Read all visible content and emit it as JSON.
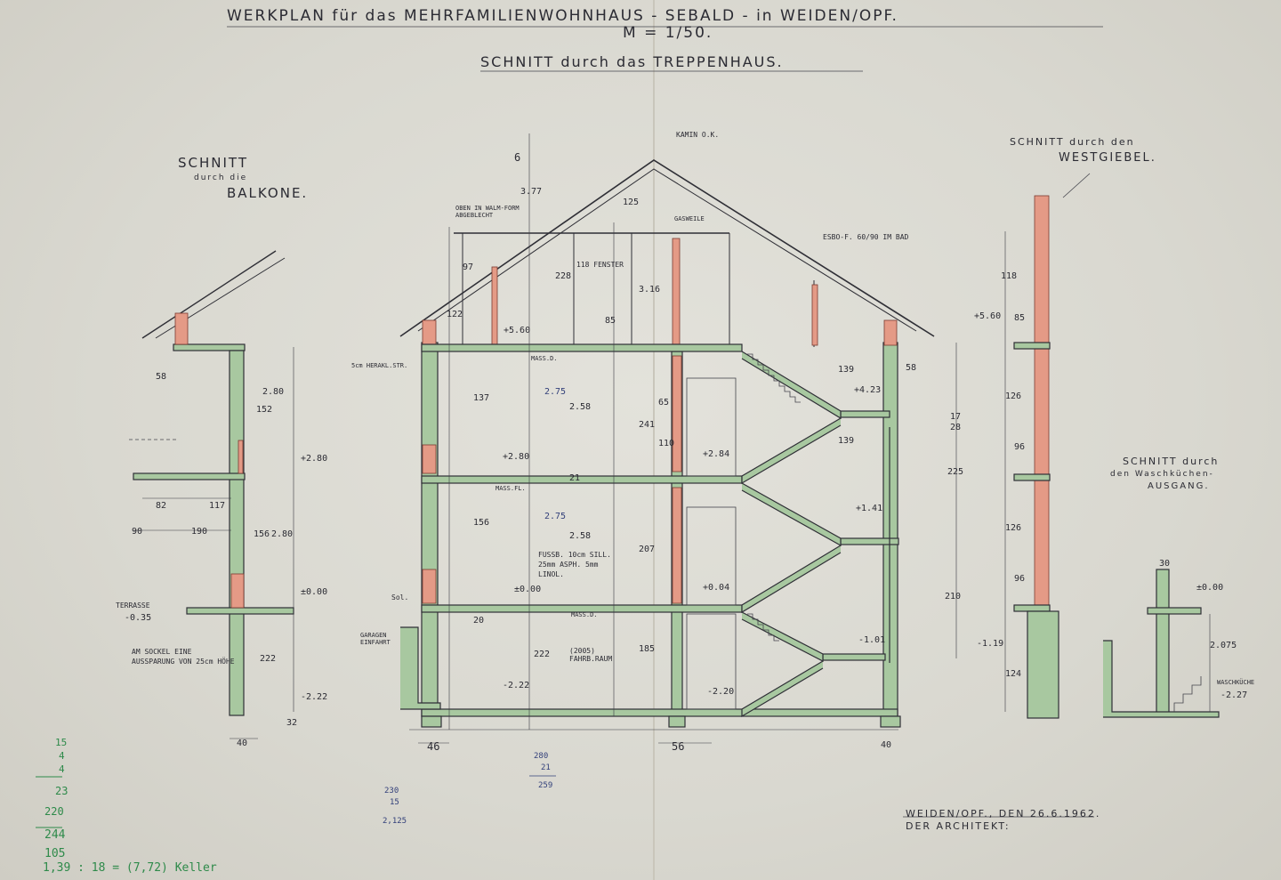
{
  "header": {
    "title": "WERKPLAN für das MEHRFAMILIENWOHNHAUS - SEBALD - in WEIDEN/OPF.",
    "scale": "M = 1/50.",
    "subtitle": "SCHNITT durch das TREPPENHAUS."
  },
  "sections": {
    "balcony": {
      "title_line1": "SCHNITT",
      "title_line2": "durch die",
      "title_line3": "BALKONE."
    },
    "west_gable": {
      "title_line1": "SCHNITT durch den",
      "title_line2": "WESTGIEBEL."
    },
    "laundry_exit": {
      "title_line1": "SCHNITT durch",
      "title_line2": "den Waschküchen-",
      "title_line3": "AUSGANG."
    }
  },
  "annotations": {
    "chimney": "KAMIN O.K.",
    "hipped_roof": "OBEN IN WALM-FORM ABGEBLECHT",
    "gasweile": "GASWEILE",
    "window_118": "118 FENSTER",
    "esbo": "ESBO-F. 60/90 IM BAD",
    "heraklith": "5cm HERAKL.STR.",
    "mass_d": "MASS.D.",
    "mass_fl": "MASS.FL.",
    "floor_build": "FUSSB. 10cm SILL. 25mm ASPH. 5mm LINOL.",
    "garage_entry": "GARAGEN EINFAHRT",
    "fahrb_raum": "(2005) FAHRB.RAUM",
    "terrace": "TERRASSE",
    "sockel_note": "AM SOCKEL EINE AUSSPARUNG VON 25cm HÖHE",
    "waschkueche": "WASCHKÜCHE",
    "sol": "Sol."
  },
  "levels": {
    "plus_560": "+5.60",
    "plus_284": "+2.84",
    "plus_280": "+2.80",
    "plus_004": "+0.04",
    "pm_000": "±0.00",
    "minus_222": "-2.22",
    "minus_220": "-2.20",
    "minus_035": "-0.35",
    "minus_101": "-1.01",
    "minus_119": "-1.19",
    "minus_227": "-2.27",
    "plus_141": "+1.41",
    "plus_423": "+4.23"
  },
  "dimensions": {
    "d6": "6",
    "d377": "3.77",
    "d125": "125",
    "d97": "97",
    "d228": "228",
    "d316": "3.16",
    "d85": "85",
    "d122": "122",
    "d137": "137",
    "d156": "156",
    "d275": "2.75",
    "d258": "2.58",
    "d241": "241",
    "d65": "65",
    "d110": "110",
    "d207": "207",
    "d185": "185",
    "d222": "222",
    "d46": "46",
    "d56": "56",
    "d40": "40",
    "d32": "32",
    "d58": "58",
    "d139": "139",
    "d225": "225",
    "d210": "210",
    "d118": "118",
    "d126": "126",
    "d96": "96",
    "d124": "124",
    "d82": "82",
    "d117": "117",
    "d190": "190",
    "d90": "90",
    "d152": "152",
    "d280": "2.80",
    "d30": "30",
    "d2075": "2.075",
    "d17": "17",
    "d28": "28",
    "d21": "21",
    "d20": "20"
  },
  "signature": {
    "line1": "WEIDEN/OPF., DEN 26.6.1962.",
    "line2": "DER ARCHITEKT:"
  },
  "margin_notes": {
    "green_calc": [
      "15",
      "4",
      "4",
      "23",
      "220",
      "244",
      "105",
      "1,39 : 18 = (7,72) Keller"
    ],
    "blue_calc_a": [
      "230",
      "15",
      "2,125"
    ],
    "blue_calc_b": [
      "280",
      "21",
      "259"
    ]
  },
  "colors": {
    "paper": "#dcdad2",
    "wall_green": "#a8c8a0",
    "brick_red": "#e49a86",
    "ink": "#2f2f36"
  }
}
